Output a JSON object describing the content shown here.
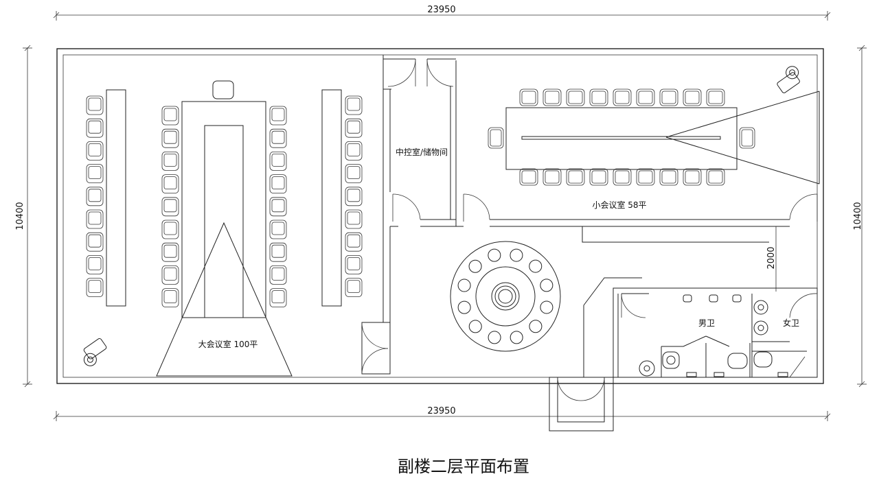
{
  "drawing": {
    "title": "副楼二层平面布置",
    "dimensions": {
      "top_width": "23950",
      "bottom_width": "23950",
      "left_height": "10400",
      "right_height": "10400",
      "corridor_width": "2000"
    },
    "rooms": {
      "large_meeting": "大会议室 100平",
      "control_storage": "中控室/储物间",
      "small_meeting": "小会议室 58平",
      "mens_toilet": "男卫",
      "womens_toilet": "女卫"
    },
    "colors": {
      "line": "#222222",
      "background": "#ffffff",
      "text": "#111111"
    },
    "icons": [
      "chair-icon",
      "camera-icon",
      "round-table-icon",
      "toilet-icon",
      "door-swing-icon"
    ]
  }
}
